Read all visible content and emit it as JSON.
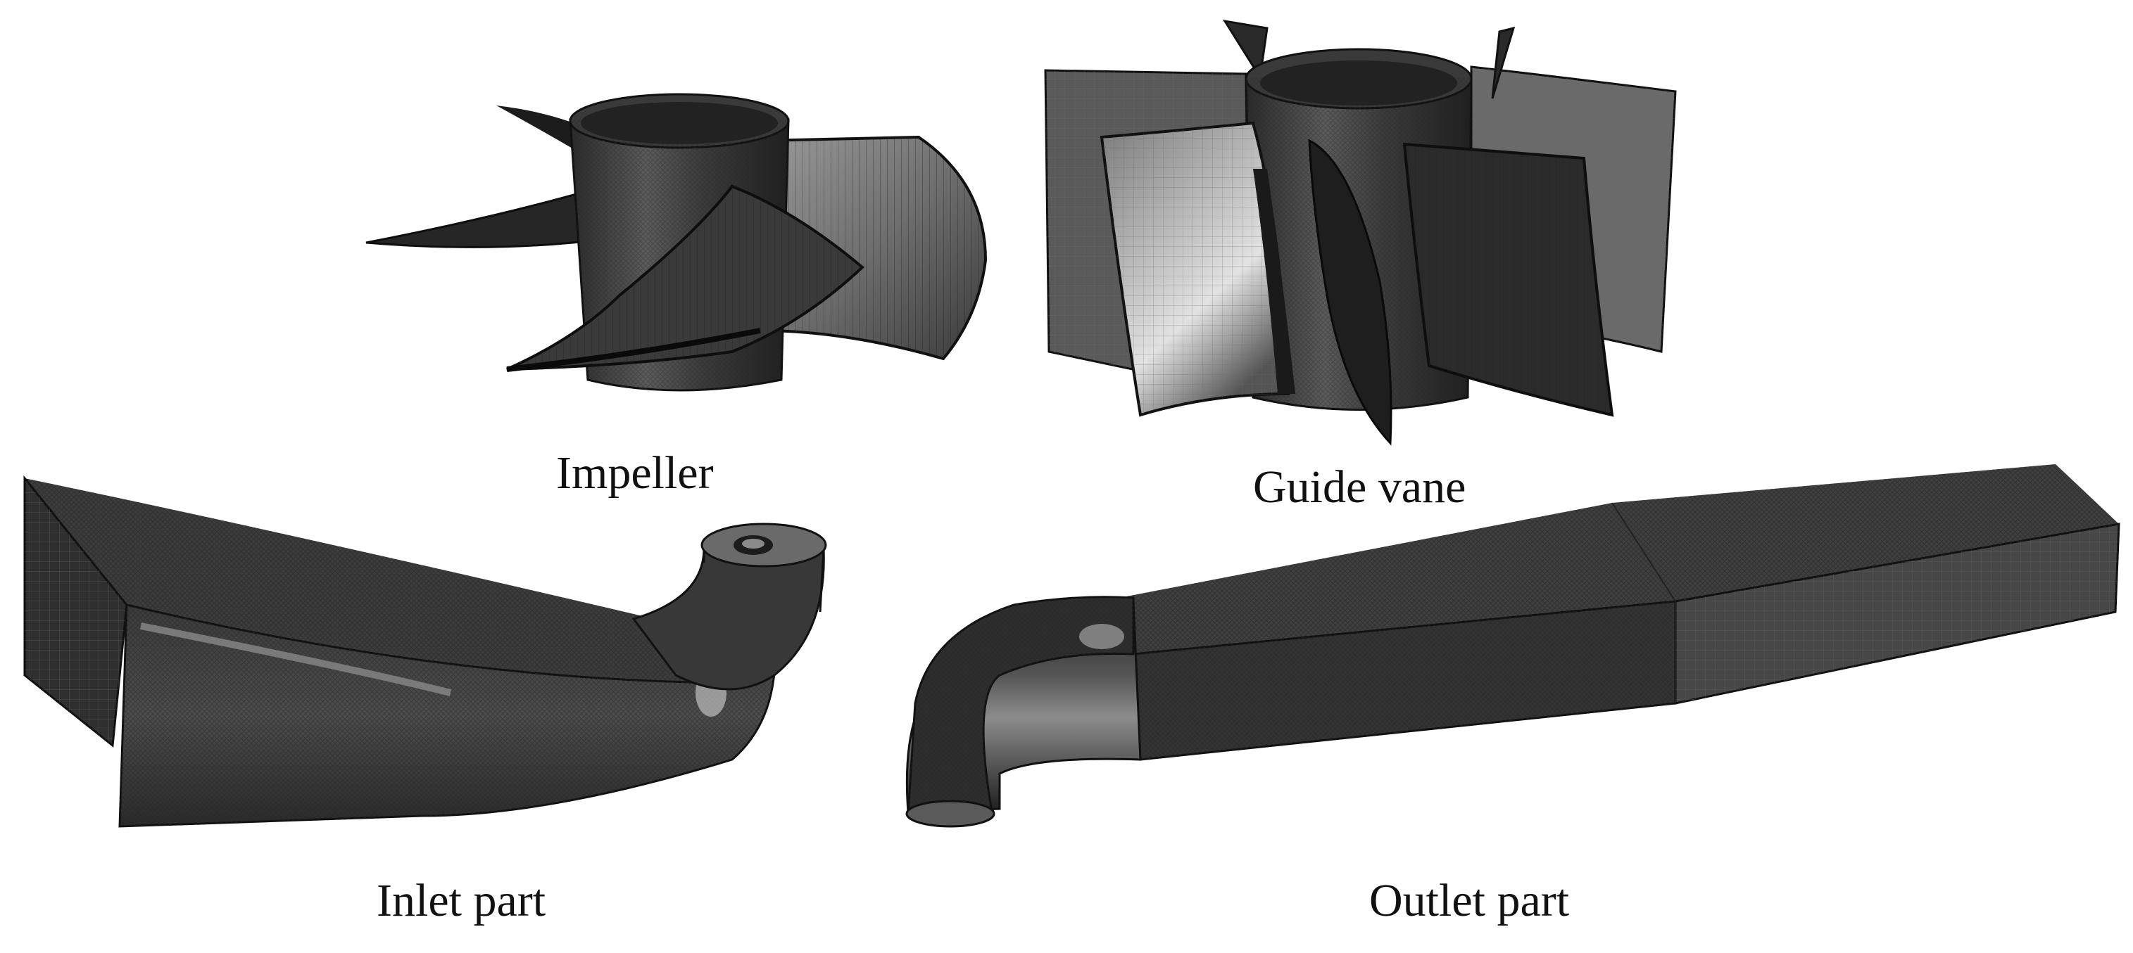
{
  "figure": {
    "panels": [
      {
        "id": "impeller",
        "caption": "Impeller"
      },
      {
        "id": "guide-vane",
        "caption": "Guide vane"
      },
      {
        "id": "inlet",
        "caption": "Inlet part"
      },
      {
        "id": "outlet",
        "caption": "Outlet part"
      }
    ],
    "colors": {
      "mesh_dark": "#2e2e2e",
      "mesh_mid": "#4a4a4a",
      "mesh_light": "#8a8a8a",
      "highlight": "#d8d8d8",
      "edge": "#0e0e0e"
    }
  }
}
